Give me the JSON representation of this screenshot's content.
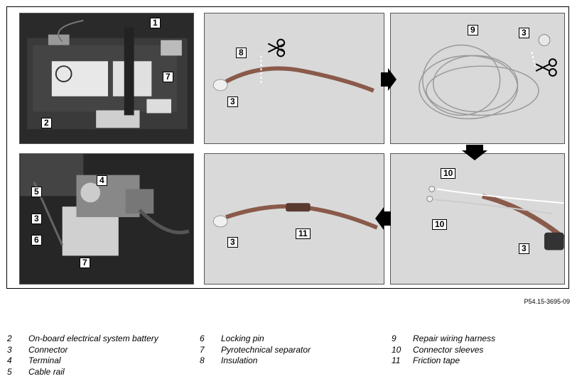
{
  "figure_ref": "P54.15-3695-09",
  "panels": {
    "p1": {
      "tags": [
        "1",
        "7",
        "2"
      ]
    },
    "p2": {
      "tags": [
        "8",
        "3"
      ]
    },
    "p3": {
      "tags": [
        "9",
        "3"
      ]
    },
    "p4": {
      "tags": [
        "4",
        "5",
        "3",
        "6",
        "7"
      ]
    },
    "p5": {
      "tags": [
        "11",
        "3"
      ]
    },
    "p6": {
      "tags": [
        "10",
        "10",
        "3"
      ]
    }
  },
  "legend": [
    [
      {
        "num": "2",
        "text": "On-board electrical system battery"
      },
      {
        "num": "3",
        "text": "Connector"
      },
      {
        "num": "4",
        "text": "Terminal"
      },
      {
        "num": "5",
        "text": "Cable rail"
      }
    ],
    [
      {
        "num": "6",
        "text": "Locking pin"
      },
      {
        "num": "7",
        "text": "Pyrotechnical separator"
      },
      {
        "num": "8",
        "text": "Insulation"
      }
    ],
    [
      {
        "num": "9",
        "text": "Repair wiring harness"
      },
      {
        "num": "10",
        "text": "Connector sleeves"
      },
      {
        "num": "11",
        "text": "Friction tape"
      }
    ]
  ],
  "colors": {
    "photo_bg": "#1e1e1e",
    "panel_bg": "#d9d9d9",
    "wire": "#8a5a4a"
  }
}
